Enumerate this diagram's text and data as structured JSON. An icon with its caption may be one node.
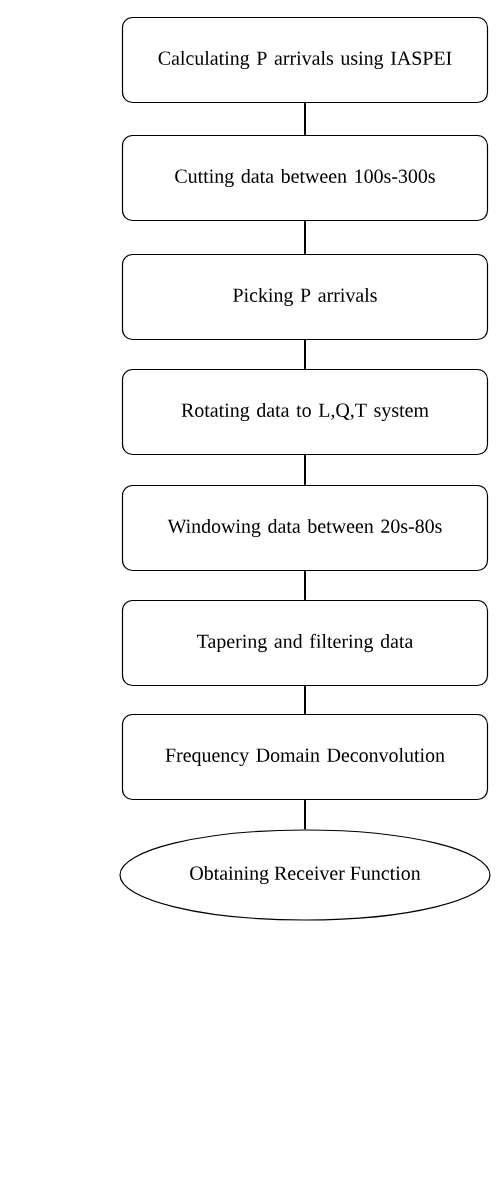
{
  "diagram": {
    "nodes": [
      {
        "text": [
          "Calculating P arrivals using IASPEI"
        ]
      },
      {
        "text": [
          "Cutting data between 100s-300s"
        ]
      },
      {
        "text": [
          "Picking P arrivals"
        ]
      },
      {
        "text": [
          "Rotating data to L,Q,T system"
        ]
      },
      {
        "text": [
          "Windowing data between 20s-80s"
        ]
      },
      {
        "text": [
          "Tapering and filtering data"
        ]
      },
      {
        "text": [
          "Frequency Domain Deconvolution"
        ]
      },
      {
        "text": [
          "Obtaining Receiver Function"
        ]
      }
    ],
    "edges": [
      {
        "from": 0,
        "to": 1,
        "arrow": "none"
      },
      {
        "from": 1,
        "to": 2,
        "arrow": "none"
      },
      {
        "from": 2,
        "to": 3,
        "arrow": "none"
      },
      {
        "from": 3,
        "to": 4,
        "arrow": "none"
      },
      {
        "from": 4,
        "to": 5,
        "arrow": "none"
      },
      {
        "from": 5,
        "to": 6,
        "arrow": "none"
      },
      {
        "from": 6,
        "to": 7,
        "arrow": "none"
      }
    ]
  }
}
